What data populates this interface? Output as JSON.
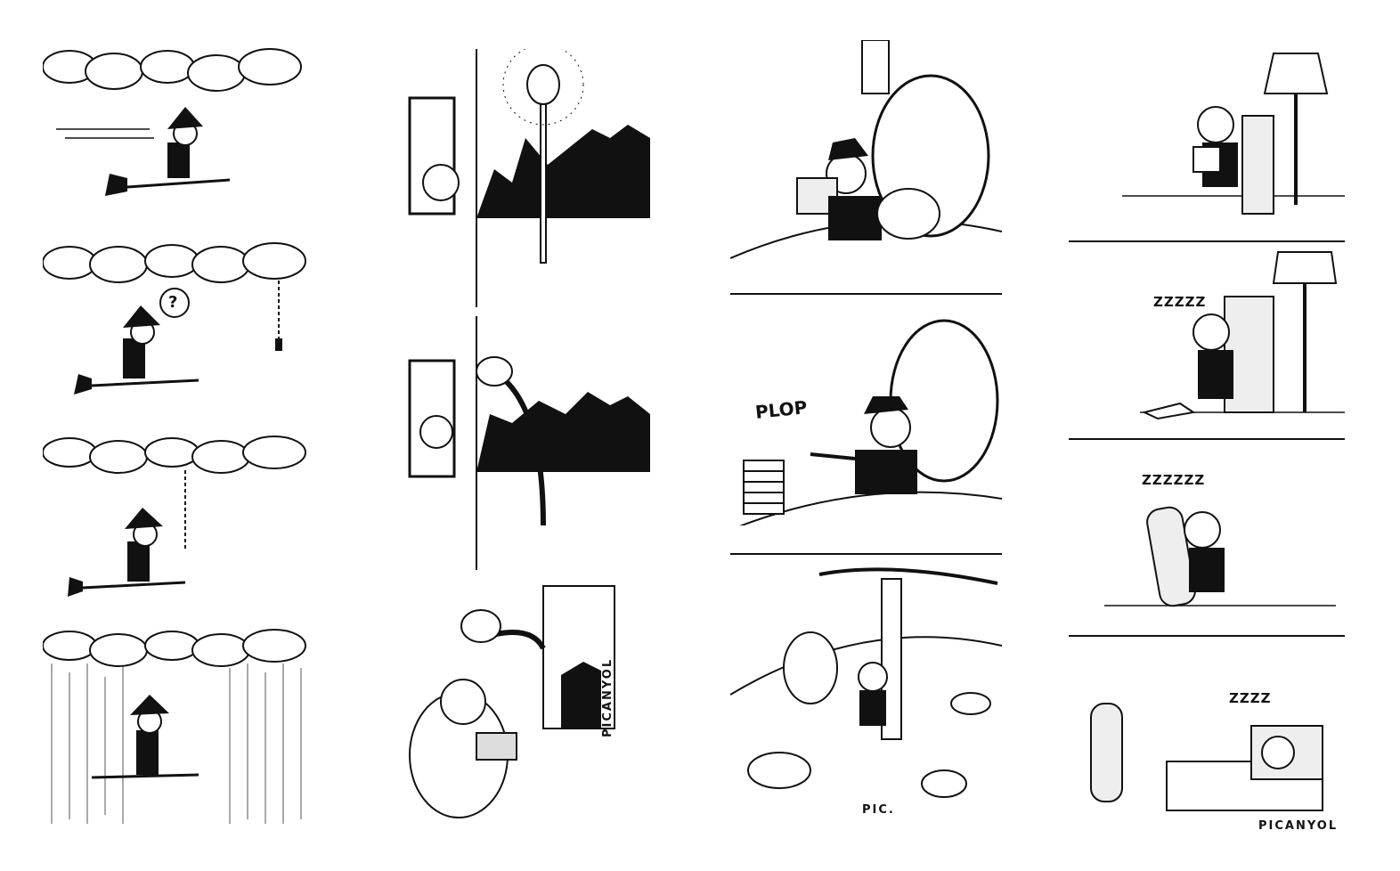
{
  "comic": {
    "columns": [
      {
        "id": "witch-broom",
        "panel_count": 4,
        "question_mark": "?"
      },
      {
        "id": "street-lamp",
        "panel_count": 3,
        "signature": "PICANYOL"
      },
      {
        "id": "forest-reading",
        "panel_count": 3,
        "sound_effect": "PLOP",
        "signature": "PIC."
      },
      {
        "id": "sleepy-reader",
        "panel_count": 4,
        "snore_1": "ZZZZZ",
        "snore_2": "ZZZZZZ",
        "snore_3": "ZZZZ",
        "signature": "PICANYOL"
      }
    ],
    "colors": {
      "ink": "#111111",
      "paper": "#ffffff"
    }
  }
}
